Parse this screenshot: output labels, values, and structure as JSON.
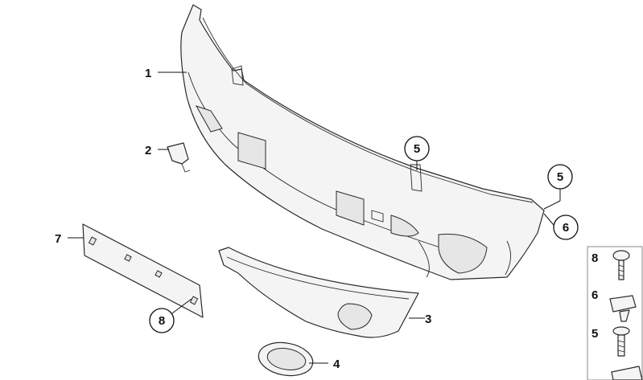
{
  "callouts": {
    "c1": "1",
    "c2": "2",
    "c3": "3",
    "c4": "4",
    "c5a": "5",
    "c5b": "5",
    "c6": "6",
    "c7": "7",
    "c8": "8"
  },
  "legend": {
    "l8": "8",
    "l6": "6",
    "l5": "5"
  },
  "colors": {
    "line": "#2a2a2a",
    "fill": "#f4f4f4",
    "background": "#ffffff"
  }
}
